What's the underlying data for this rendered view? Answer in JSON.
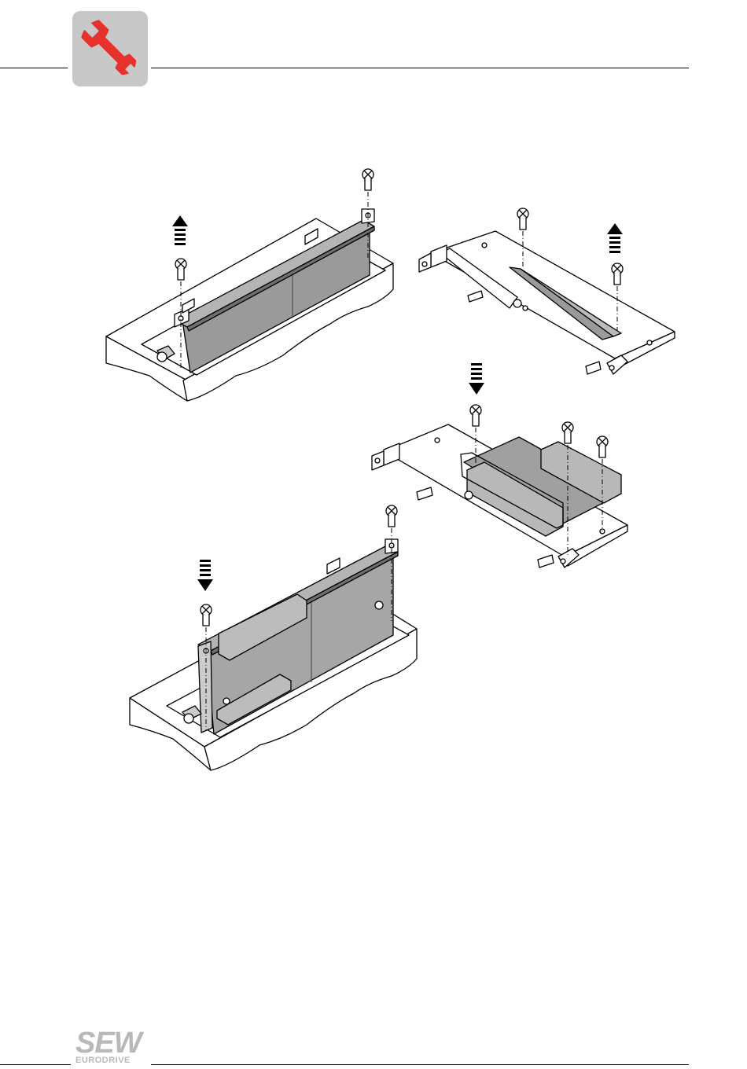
{
  "header": {
    "icon": "wrench-icon",
    "icon_color": "#e5322d",
    "icon_bg": "#c8c8c8"
  },
  "figure": {
    "steps": [
      {
        "name": "remove-cover",
        "arrow": "up"
      },
      {
        "name": "remove-plate",
        "arrow": "up"
      },
      {
        "name": "insert-board",
        "arrow": "down"
      },
      {
        "name": "insert-assembly",
        "arrow": "down"
      }
    ]
  },
  "footer": {
    "logo_main": "SEW",
    "logo_sub": "EURODRIVE",
    "logo_color": "#b8b8b8"
  }
}
